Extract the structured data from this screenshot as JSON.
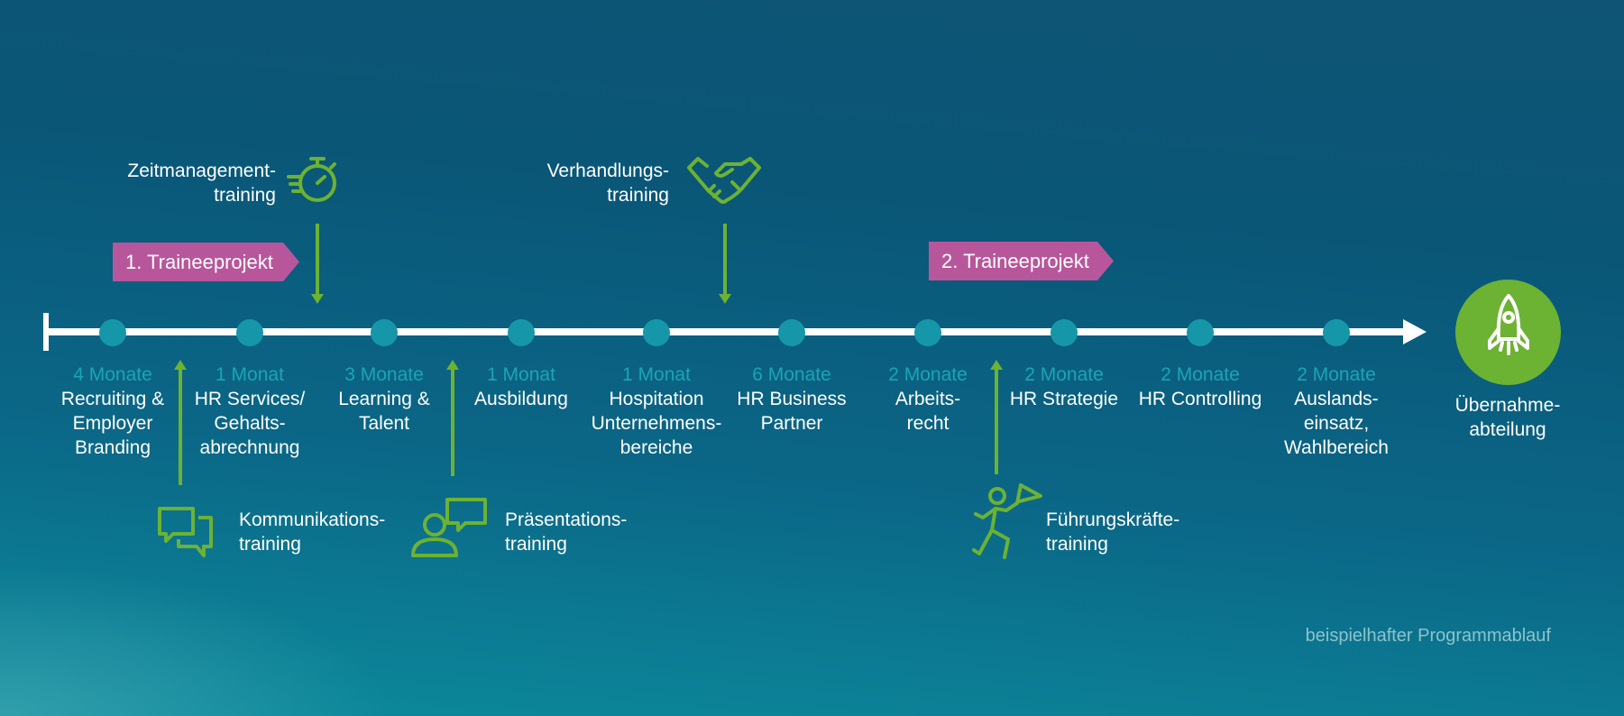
{
  "trainings_top": [
    {
      "label": "Zeitmanagement-\ntraining",
      "icon": "stopwatch-icon"
    },
    {
      "label": "Verhandlungs-\ntraining",
      "icon": "handshake-icon"
    }
  ],
  "trainings_bottom": [
    {
      "label": "Kommunikations-\ntraining",
      "icon": "chat-bubbles-icon"
    },
    {
      "label": "Präsentations-\ntraining",
      "icon": "presenter-icon"
    },
    {
      "label": "Führungskräfte-\ntraining",
      "icon": "leader-flag-icon"
    }
  ],
  "projects": [
    {
      "label": "1. Traineeprojekt"
    },
    {
      "label": "2. Traineeprojekt"
    }
  ],
  "stations": [
    {
      "duration": "4 Monate",
      "label": "Recruiting &\nEmployer\nBranding"
    },
    {
      "duration": "1 Monat",
      "label": "HR Services/\nGehalts-\nabrechnung"
    },
    {
      "duration": "3 Monate",
      "label": "Learning &\nTalent"
    },
    {
      "duration": "1 Monat",
      "label": "Ausbildung"
    },
    {
      "duration": "1 Monat",
      "label": "Hospitation\nUnternehmens-\nbereiche"
    },
    {
      "duration": "6 Monate",
      "label": "HR Business\nPartner"
    },
    {
      "duration": "2 Monate",
      "label": "Arbeits-\nrecht"
    },
    {
      "duration": "2 Monate",
      "label": "HR Strategie"
    },
    {
      "duration": "2 Monate",
      "label": "HR Controlling"
    },
    {
      "duration": "2 Monate",
      "label": "Auslands-\neinsatz,\nWahlbereich"
    }
  ],
  "goal": {
    "label": "Übernahme-\nabteilung",
    "icon": "rocket-icon"
  },
  "footnote": "beispielhafter Programmablauf",
  "colors": {
    "accent_green": "#6cb233",
    "project_magenta": "#b8569b",
    "dot_teal": "#1597a9",
    "duration_teal": "#1aa5b5"
  }
}
